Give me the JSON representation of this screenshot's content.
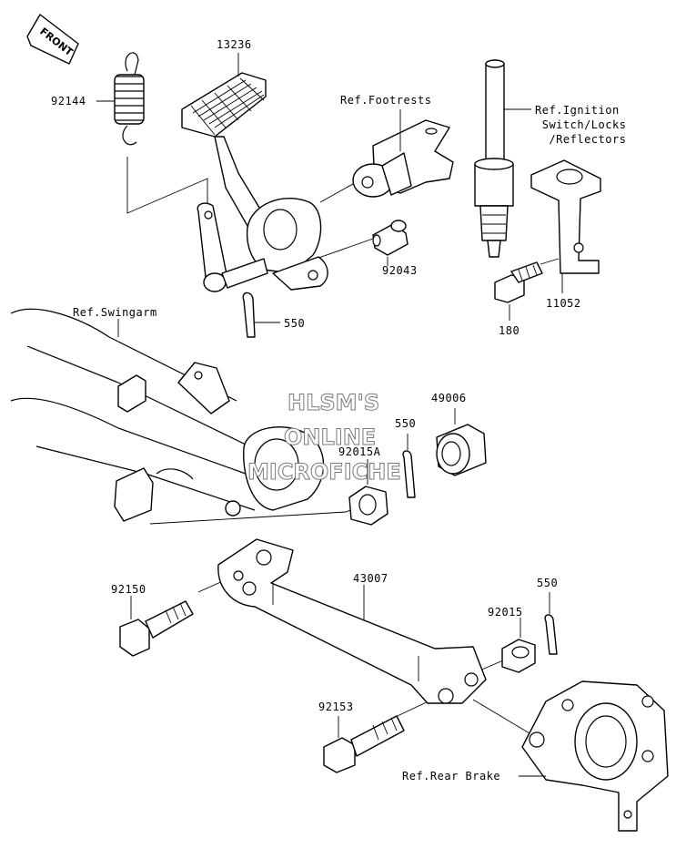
{
  "front_indicator": {
    "text": "FRONT"
  },
  "watermark": {
    "line1": "HLSM'S",
    "line2": "ONLINE",
    "line3": "MICROFICHE"
  },
  "callouts": {
    "p13236": "13236",
    "p92144": "92144",
    "ref_footrests": "Ref.Footrests",
    "ref_ignition": "Ref.Ignition\n Switch/Locks\n  /Reflectors",
    "p92043": "92043",
    "p550_a": "550",
    "p11052": "11052",
    "p180": "180",
    "ref_swingarm": "Ref.Swingarm",
    "p49006": "49006",
    "p550_b": "550",
    "p92015A": "92015A",
    "p43007": "43007",
    "p92150": "92150",
    "p550_c": "550",
    "p92015": "92015",
    "p92153": "92153",
    "ref_rear_brake": "Ref.Rear Brake"
  }
}
